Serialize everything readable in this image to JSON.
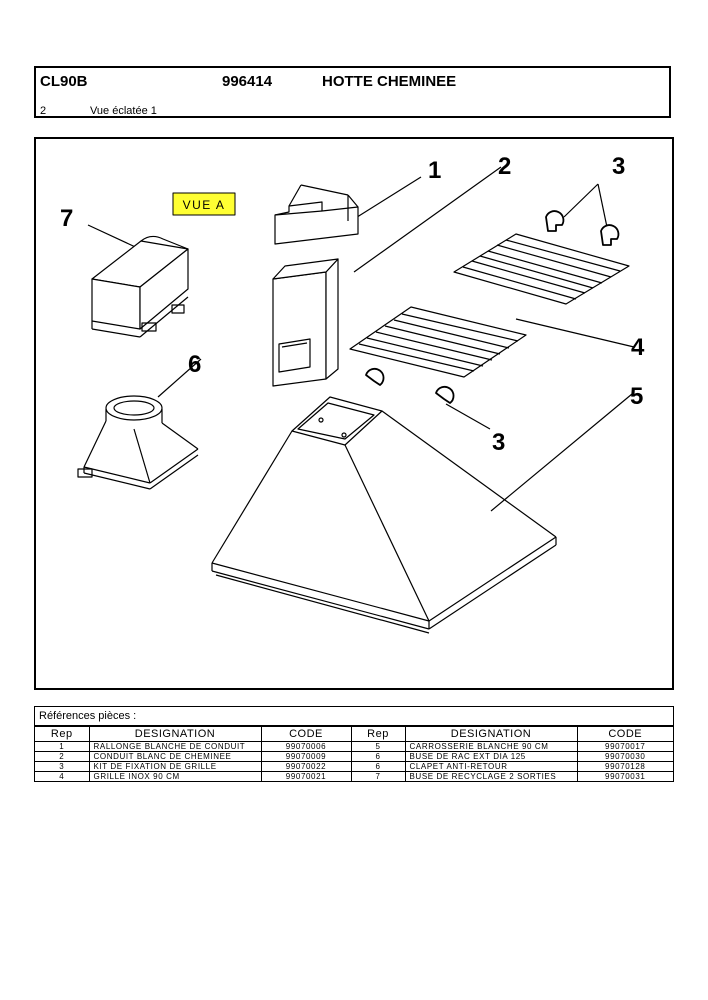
{
  "header": {
    "model": "CL90B",
    "code": "996414",
    "title": "HOTTE CHEMINEE",
    "page": "2",
    "subtitle": "Vue éclatée 1"
  },
  "diagram": {
    "view_label": "VUE A",
    "view_label_bg": "#ffff33",
    "callouts": [
      "1",
      "2",
      "3",
      "4",
      "5",
      "6",
      "7",
      "3"
    ]
  },
  "references": {
    "label": "Références pièces  :",
    "columns": [
      "Rep",
      "DESIGNATION",
      "CODE",
      "Rep",
      "DESIGNATION",
      "CODE"
    ],
    "rows": [
      [
        "1",
        "RALLONGE BLANCHE DE CONDUIT",
        "99070006",
        "5",
        "CARROSSERIE BLANCHE 90 CM",
        "99070017"
      ],
      [
        "2",
        "CONDUIT BLANC DE CHEMINEE",
        "99070009",
        "6",
        "BUSE DE RAC EXT DIA 125",
        "99070030"
      ],
      [
        "3",
        "KIT DE FIXATION DE GRILLE",
        "99070022",
        "6",
        "CLAPET ANTI-RETOUR",
        "99070128"
      ],
      [
        "4",
        "GRILLE INOX 90 CM",
        "99070021",
        "7",
        "BUSE DE RECYCLAGE 2 SORTIES",
        "99070031"
      ]
    ]
  }
}
